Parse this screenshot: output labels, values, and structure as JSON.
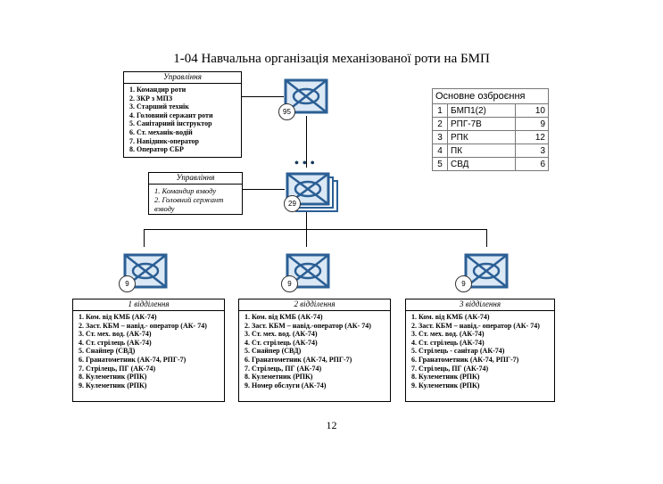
{
  "title": "1-04 Навчальна організація механізованої роти на БМП",
  "colors": {
    "icon_blue": "#2b5f95",
    "icon_light": "#dbe8f5"
  },
  "company_hq": {
    "header": "Управління",
    "items": [
      "1. Командир роти",
      "2. ЗКР з МПЗ",
      "3. Старший технік",
      "4. Головний сержант роти",
      "5. Санітарний інструктор",
      "6. Ст. механік-водій",
      "7. Навідник-оператор",
      "8. Оператор СБР"
    ]
  },
  "company_icon": {
    "count": "95",
    "icon": "infantry-unit-icon"
  },
  "platoon_hq": {
    "header": "Управління",
    "items": [
      "1. Командир взводу",
      "2. Головний сержант взводу"
    ]
  },
  "platoon_icon": {
    "count": "29",
    "icon": "infantry-platoon-icon",
    "dots": "•••"
  },
  "weapons": {
    "header": "Основне озброєння",
    "rows": [
      {
        "n": "1",
        "name": "БМП1(2)",
        "qty": "10"
      },
      {
        "n": "2",
        "name": "РПГ-7В",
        "qty": "9"
      },
      {
        "n": "3",
        "name": "РПК",
        "qty": "12"
      },
      {
        "n": "4",
        "name": "ПК",
        "qty": "3"
      },
      {
        "n": "5",
        "name": "СВД",
        "qty": "6"
      }
    ]
  },
  "squads": [
    {
      "count": "9",
      "header": "1 відділення",
      "items": [
        "1. Ком. від КМБ (АК-74)",
        "2. Заст. КБМ – навід.- оператор (АК- 74)",
        "3. Ст. мех. вод. (АК-74)",
        "4. Ст. стрілець (АК-74)",
        "5. Снайпер (СВД)",
        "6. Гранатометник (АК-74, РПГ-7)",
        "7. Стрілець, ПГ (АК-74)",
        "8. Кулеметник (РПК)",
        "9. Кулеметник (РПК)"
      ]
    },
    {
      "count": "9",
      "header": "2 відділення",
      "items": [
        "1. Ком. від КМБ (АК-74)",
        "2. Заст. КБМ – навід.-оператор (АК- 74)",
        "3. Ст. мех. вод. (АК-74)",
        "4. Ст. стрілець (АК-74)",
        "5. Снайпер (СВД)",
        "6. Гранатометник (АК-74, РПГ-7)",
        "7. Стрілець, ПГ (АК-74)",
        "8. Кулеметник (РПК)",
        "9. Номер обслуги (АК-74)"
      ]
    },
    {
      "count": "9",
      "header": "3 відділення",
      "items": [
        "1. Ком. від КМБ (АК-74)",
        "2. Заст. КБМ – навід.- оператор (АК- 74)",
        "3. Ст. мех. вод. (АК-74)",
        "4. Ст. стрілець (АК-74)",
        "5. Стрілець - санітар (АК-74)",
        "6. Гранатометник (АК-74, РПГ-7)",
        "7. Стрілець, ПГ (АК-74)",
        "8. Кулеметник (РПК)",
        "9. Кулеметник (РПК)"
      ]
    }
  ],
  "page_number": "12"
}
